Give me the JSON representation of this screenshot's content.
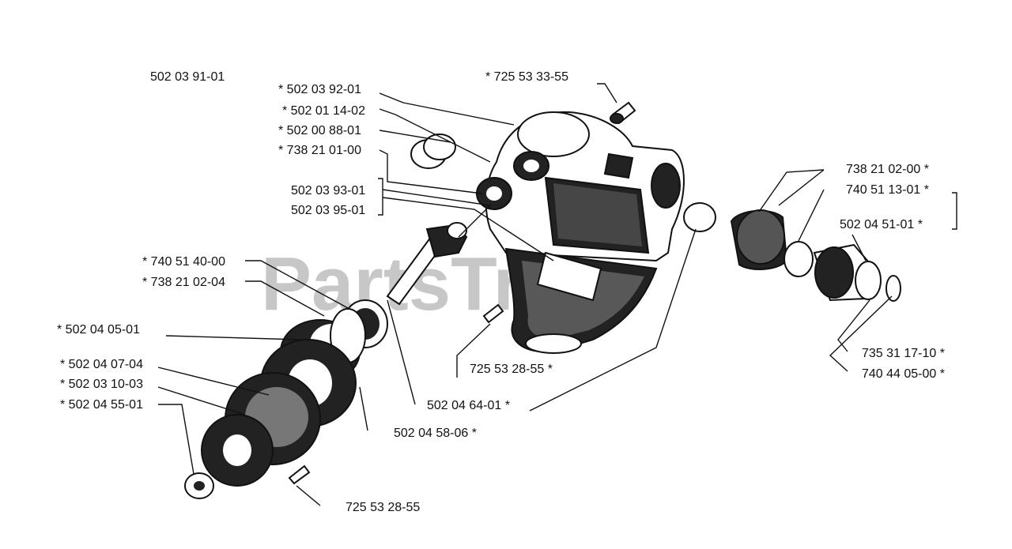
{
  "watermark": "PartsTree",
  "labels": {
    "p1": "502 03 91-01",
    "p2": "*  502 03 92-01",
    "p3": "* 502 01 14-02",
    "p4": "*  502 00 88-01",
    "p5": "*  738 21 01-00",
    "p6": "502 03 93-01",
    "p7": "502 03 95-01",
    "p8": "*  725 53 33-55",
    "p9": "738 21 02-00  *",
    "p10": "740 51 13-01  *",
    "p11": "502 04 51-01  *",
    "p12": "*  740 51 40-00",
    "p13": "*  738 21 02-04",
    "p14": "*  502 04 05-01",
    "p15": "*  502 04 07-04",
    "p16": "*  502 03 10-03",
    "p17": "*  502 04 55-01",
    "p18": "725 53 28-55  *",
    "p19": "502 04 64-01  *",
    "p20": "502 04 58-06  *",
    "p21": "725 53 28-55",
    "p22": "735 31 17-10 *",
    "p23": "740 44 05-00 *"
  }
}
